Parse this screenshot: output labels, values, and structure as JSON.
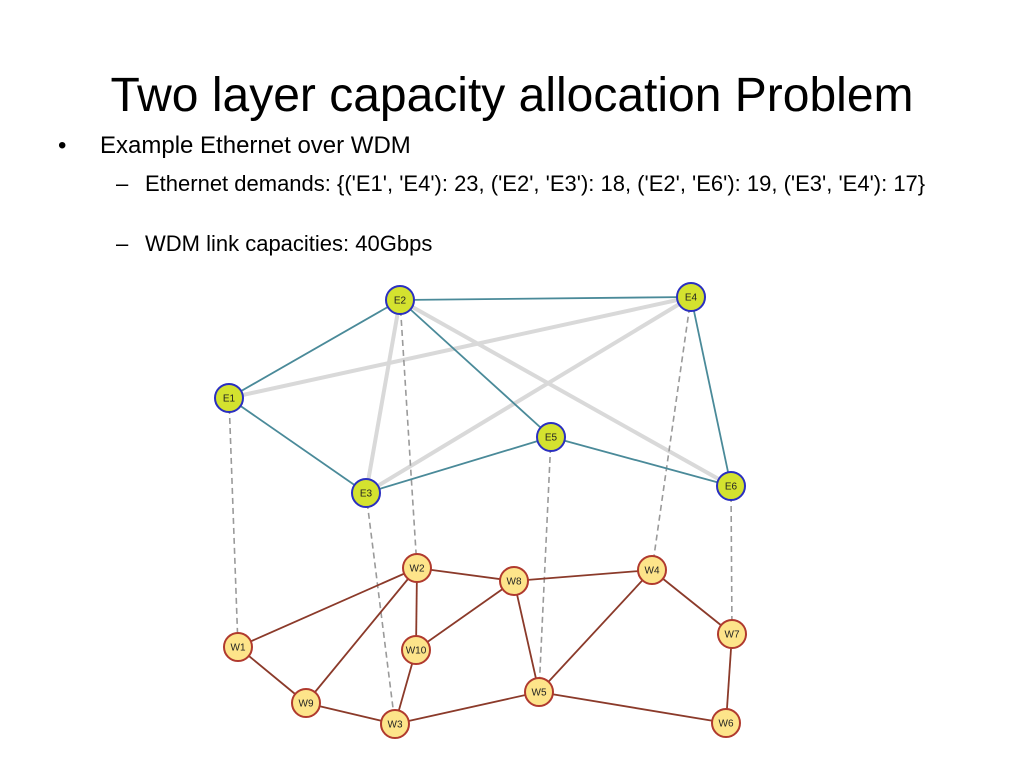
{
  "slide": {
    "title": "Two layer capacity allocation Problem",
    "bullet_1": "Example Ethernet over WDM",
    "sub_bullet_1": "Ethernet demands: {('E1', 'E4'): 23, ('E2', 'E3'): 18, ('E2', 'E6'): 19, ('E3', 'E4'): 17}",
    "sub_bullet_2": "WDM link capacities: 40Gbps"
  },
  "colors": {
    "ethernet_node_fill": "#d4e22f",
    "ethernet_node_stroke": "#2a2fc0",
    "wdm_node_fill": "#fde48a",
    "wdm_node_stroke": "#b03a2e",
    "ethernet_link": "#4a8a99",
    "wdm_link": "#8b3a2a",
    "demand_link": "#d9d9d9",
    "mapping_link": "#9a9a9a"
  },
  "diagram": {
    "ethernet_nodes": [
      "E1",
      "E2",
      "E3",
      "E4",
      "E5",
      "E6"
    ],
    "wdm_nodes": [
      "W1",
      "W2",
      "W3",
      "W4",
      "W5",
      "W6",
      "W7",
      "W8",
      "W9",
      "W10"
    ],
    "ethernet_links": [
      [
        "E1",
        "E2"
      ],
      [
        "E2",
        "E4"
      ],
      [
        "E1",
        "E3"
      ],
      [
        "E2",
        "E5"
      ],
      [
        "E3",
        "E5"
      ],
      [
        "E5",
        "E6"
      ],
      [
        "E4",
        "E6"
      ]
    ],
    "demand_links": [
      [
        "E1",
        "E4"
      ],
      [
        "E2",
        "E3"
      ],
      [
        "E2",
        "E6"
      ],
      [
        "E3",
        "E4"
      ]
    ],
    "wdm_links": [
      [
        "W1",
        "W2"
      ],
      [
        "W1",
        "W9"
      ],
      [
        "W9",
        "W2"
      ],
      [
        "W2",
        "W10"
      ],
      [
        "W2",
        "W8"
      ],
      [
        "W10",
        "W8"
      ],
      [
        "W10",
        "W3"
      ],
      [
        "W9",
        "W3"
      ],
      [
        "W3",
        "W5"
      ],
      [
        "W8",
        "W5"
      ],
      [
        "W8",
        "W4"
      ],
      [
        "W4",
        "W5"
      ],
      [
        "W4",
        "W7"
      ],
      [
        "W7",
        "W6"
      ],
      [
        "W5",
        "W6"
      ]
    ],
    "mapping_links": [
      [
        "E1",
        "W1"
      ],
      [
        "E2",
        "W2"
      ],
      [
        "E3",
        "W3"
      ],
      [
        "E5",
        "W5"
      ],
      [
        "E4",
        "W4"
      ],
      [
        "E6",
        "W7"
      ]
    ]
  }
}
